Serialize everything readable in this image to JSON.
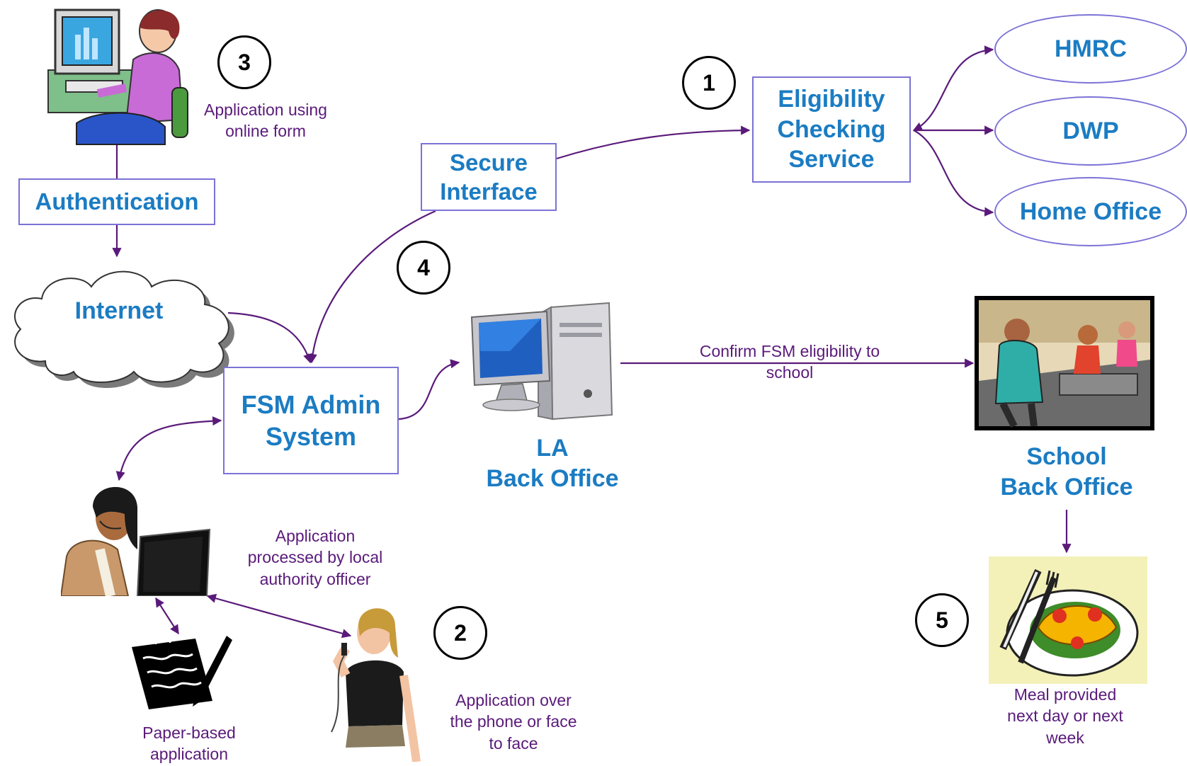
{
  "nodes": {
    "authentication": "Authentication",
    "internet": "Internet",
    "secure_interface": "Secure\nInterface",
    "eligibility_service": "Eligibility\nChecking\nService",
    "fsm_admin": "FSM Admin\nSystem",
    "la_back_office": "LA\nBack Office",
    "school_back_office": "School\nBack Office"
  },
  "agencies": [
    "HMRC",
    "DWP",
    "Home Office"
  ],
  "steps": [
    "1",
    "2",
    "3",
    "4",
    "5"
  ],
  "captions": {
    "online_form": "Application using\nonline form",
    "confirm_school": "Confirm FSM eligibility to\nschool",
    "processed_officer": "Application\nprocessed by local\nauthority officer",
    "paper_based": "Paper-based\napplication",
    "phone_face": "Application over\nthe phone or face\nto face",
    "meal": "Meal provided\nnext day or next\nweek"
  },
  "icons": {
    "online_user": "woman-at-computer-icon",
    "la_computer": "desktop-computer-icon",
    "classroom": "classroom-icon",
    "call_centre": "call-centre-officer-icon",
    "paper": "paper-form-icon",
    "phone_user": "woman-on-phone-icon",
    "meal": "meal-plate-icon"
  },
  "colors": {
    "node_text": "#1b7cc3",
    "node_border": "#7b72d6",
    "connector": "#5a1a7a",
    "caption_text": "#5a1a7a"
  }
}
